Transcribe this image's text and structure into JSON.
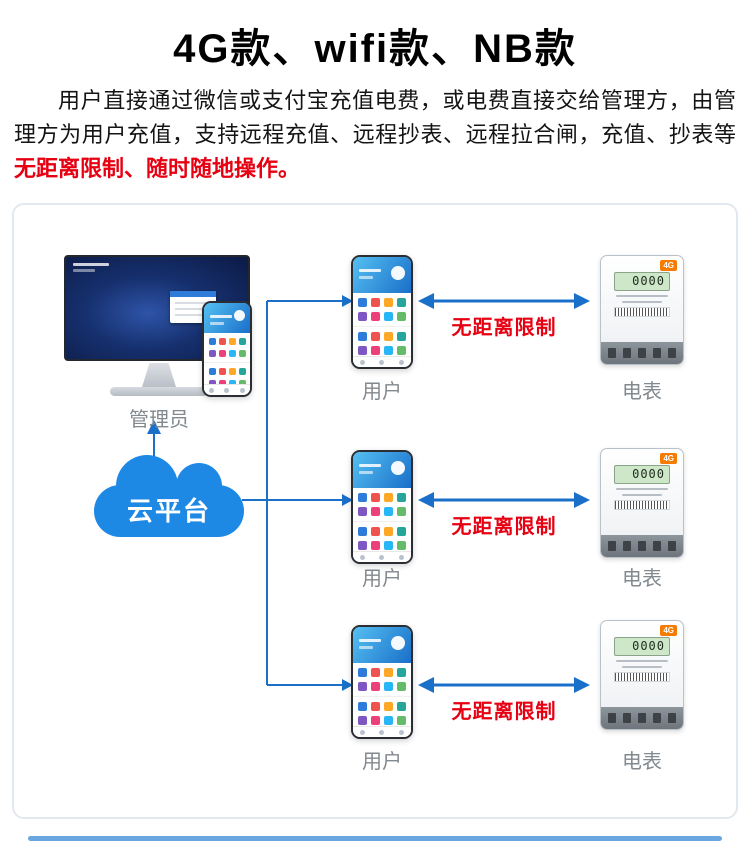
{
  "title": "4G款、wifi款、NB款",
  "intro": {
    "text": "用户直接通过微信或支付宝充值电费，或电费直接交给管理方，由管理方为用户充值，支持远程充值、远程抄表、远程拉合闸，充值、抄表等",
    "highlight": "无距离限制、随时随地操作。"
  },
  "diagram": {
    "admin_label": "管理员",
    "cloud_label": "云平台",
    "user_label": "用户",
    "meter_label": "电表",
    "link_label": "无距离限制",
    "meter": {
      "badge": "4G",
      "lcd": "0000"
    }
  },
  "colors": {
    "accent_blue": "#1a6fc9",
    "highlight_red": "#e60012"
  }
}
